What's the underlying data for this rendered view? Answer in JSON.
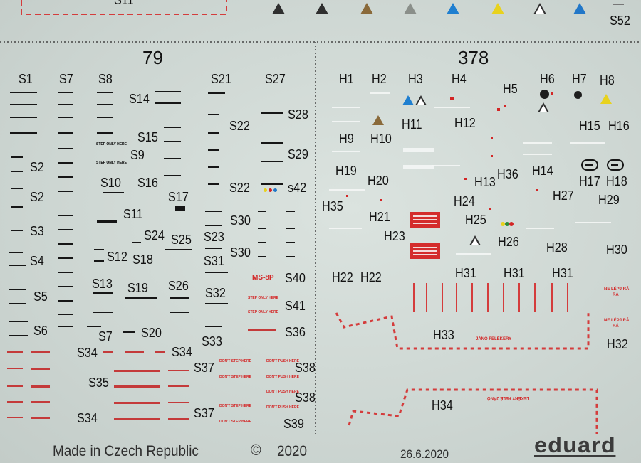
{
  "sheet": {
    "left_number": "79",
    "right_number": "378",
    "footer_text": "Made in Czech Republic",
    "footer_copyright": "©",
    "footer_year": "2020",
    "footer_date": "26.6.2020",
    "brand": "eduard",
    "top_partial": "S11"
  },
  "labels": {
    "S1": "S1",
    "S2": "S2",
    "S3": "S3",
    "S4": "S4",
    "S5": "S5",
    "S6": "S6",
    "S7": "S7",
    "S8": "S8",
    "S9": "S9",
    "S10": "S10",
    "S11": "S11",
    "S12": "S12",
    "S13": "S13",
    "S14": "S14",
    "S15": "S15",
    "S16": "S16",
    "S17": "S17",
    "S18": "S18",
    "S19": "S19",
    "S20": "S20",
    "S21": "S21",
    "S22": "S22",
    "S23": "S23",
    "S24": "S24",
    "S25": "S25",
    "S26": "S26",
    "S27": "S27",
    "S28": "S28",
    "S29": "S29",
    "S30": "S30",
    "S31": "S31",
    "S32": "S32",
    "S33": "S33",
    "S34": "S34",
    "S35": "S35",
    "S36": "S36",
    "S37": "S37",
    "S38": "S38",
    "S39": "S39",
    "S40": "S40",
    "S41": "S41",
    "S42": "s42",
    "S52": "S52",
    "H1": "H1",
    "H2": "H2",
    "H3": "H3",
    "H4": "H4",
    "H5": "H5",
    "H6": "H6",
    "H7": "H7",
    "H8": "H8",
    "H9": "H9",
    "H10": "H10",
    "H11": "H11",
    "H12": "H12",
    "H13": "H13",
    "H14": "H14",
    "H15": "H15",
    "H16": "H16",
    "H17": "H17",
    "H18": "H18",
    "H19": "H19",
    "H20": "H20",
    "H21": "H21",
    "H22": "H22",
    "H23": "H23",
    "H24": "H24",
    "H25": "H25",
    "H26": "H26",
    "H27": "H27",
    "H28": "H28",
    "H29": "H29",
    "H30": "H30",
    "H31": "H31",
    "H32": "H32",
    "H33": "H33",
    "H34": "H34",
    "H35": "H35",
    "H36": "H36"
  },
  "decal_text": {
    "step_only_here": "STEP ONLY HERE",
    "dont_step_here": "DON'T STEP HERE",
    "dont_push_here": "DON'T PUSH HERE",
    "ms8p": "MS-8P",
    "jano_felekery": "JÁNÓ FELÉKERY",
    "jano_felekery_flipped": "LEKÉRY FELÉ JÁNÓ",
    "ne_lepj_ra": "NE LÉPJ RÁ",
    "ra_only": "RÁ"
  },
  "colors": {
    "sheet_bg": "#d7dfdb",
    "decal_black": "#161616",
    "decal_red": "#d43c3c",
    "triangle_colors": [
      "#2f2f2f",
      "#2f2f2f",
      "#8a6a3a",
      "#8a8f8a",
      "#1f7fd0",
      "#e8d21e",
      "#ffffff",
      "#2277c8",
      "#cccccc"
    ]
  }
}
